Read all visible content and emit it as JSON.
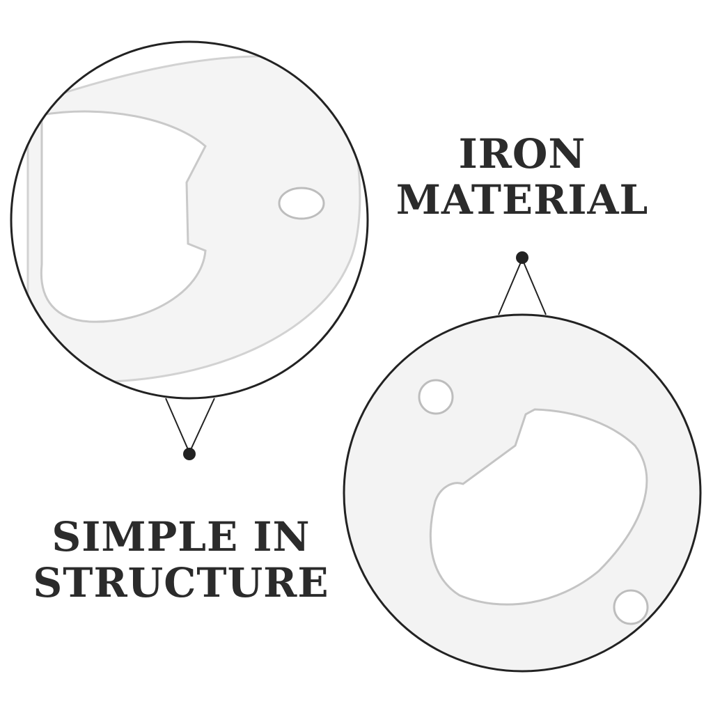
{
  "captions": {
    "material": {
      "line1": "IRON",
      "line2": "MATERIAL"
    },
    "structure": {
      "line1": "SIMPLE IN",
      "line2": "STRUCTURE"
    }
  },
  "colors": {
    "background": "#ffffff",
    "text": "#2b2b2b",
    "outline": "#222222",
    "metal": "#f2f2f2",
    "metal_edge": "#cfcfcf"
  },
  "images": [
    {
      "name": "bottle-opener-closeup-top",
      "depicts": "zoomed edge of round bottle opener insert with hole"
    },
    {
      "name": "bottle-opener-closeup-bottom",
      "depicts": "round bottle opener insert with two mounting holes"
    }
  ]
}
